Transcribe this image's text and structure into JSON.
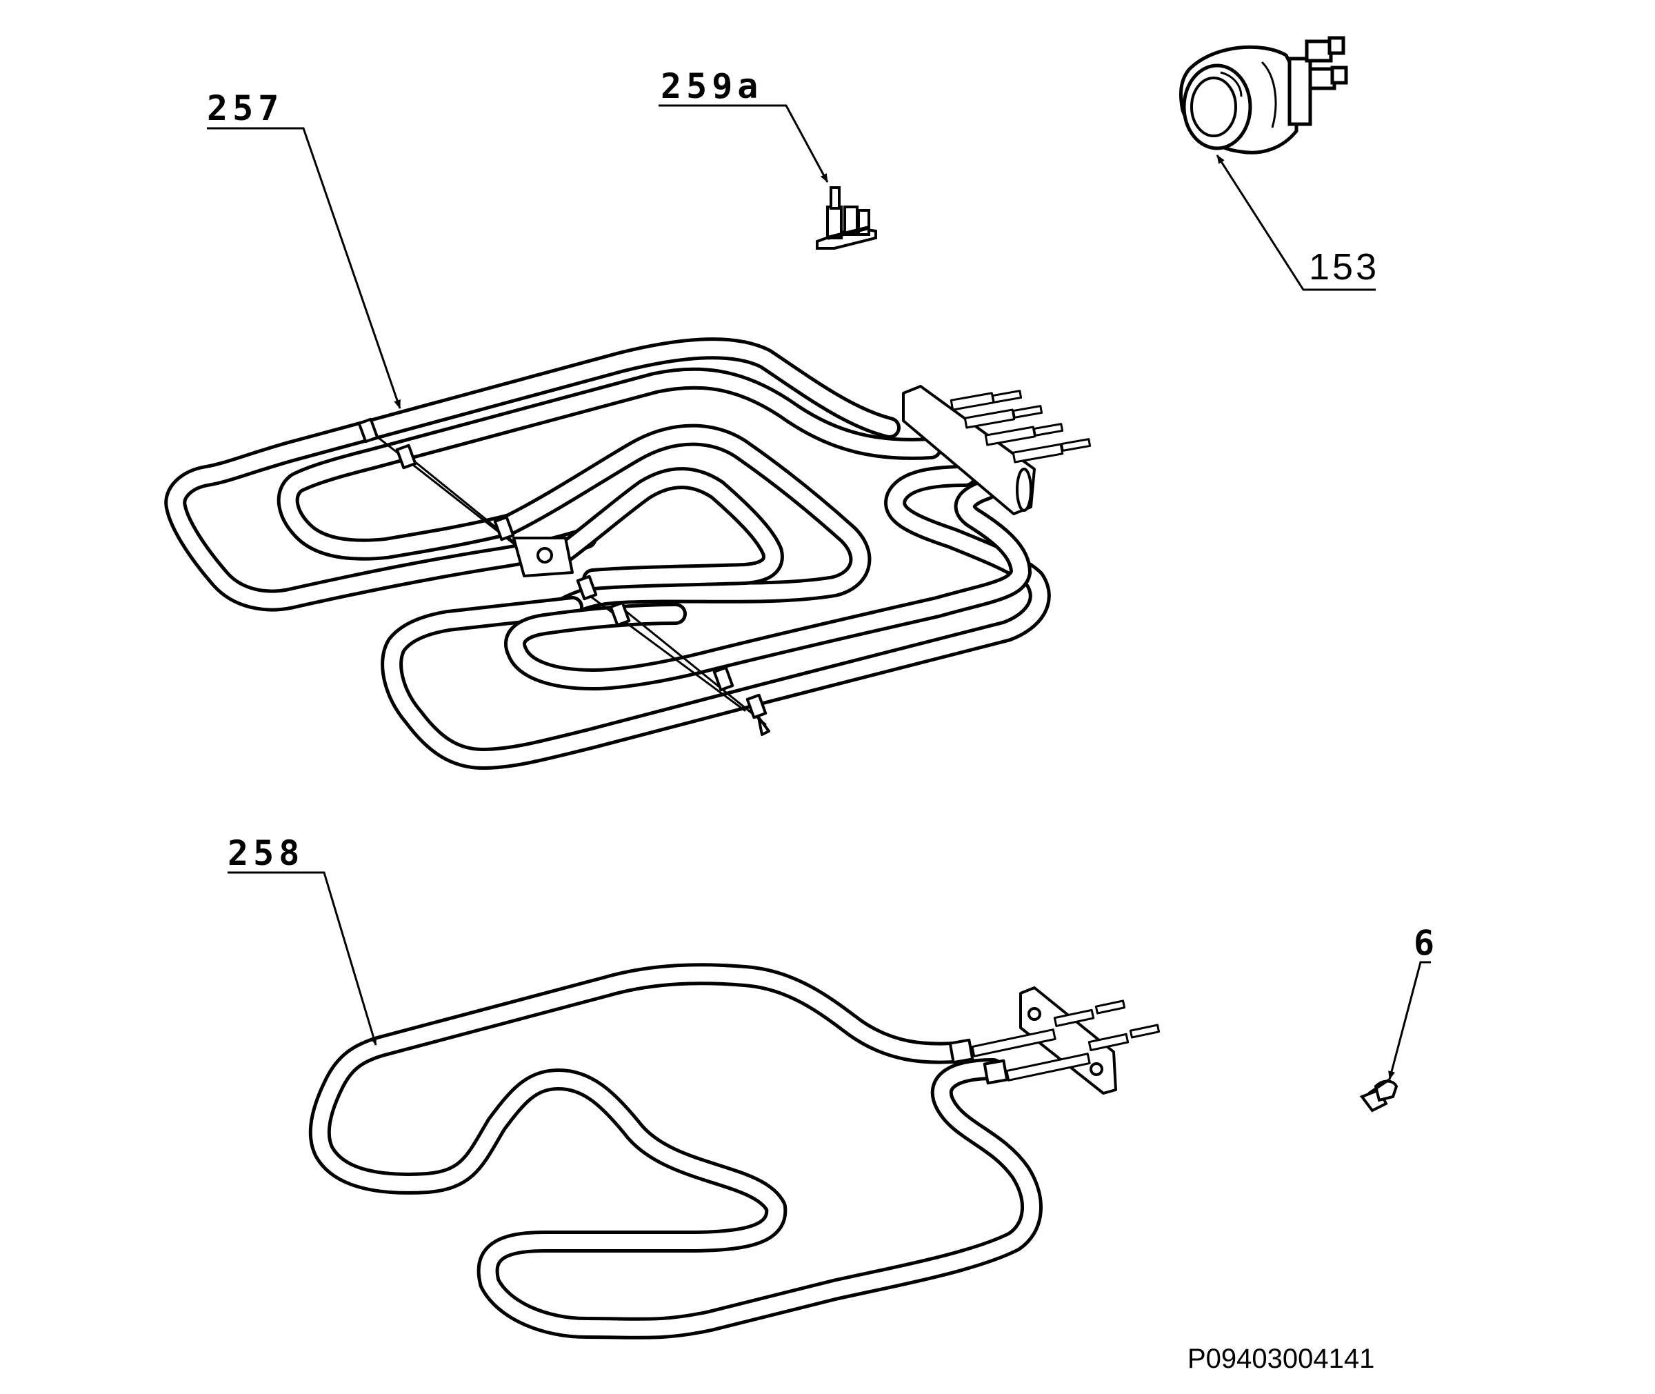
{
  "callouts": {
    "c257": "257",
    "c259a": "259a",
    "c153": "153",
    "c258": "258",
    "c6": "6"
  },
  "doc_id": "P09403004141",
  "parts": [
    {
      "ref": "257",
      "icon": "upper-grill-heating-element-icon"
    },
    {
      "ref": "259a",
      "icon": "thermal-fuse-icon"
    },
    {
      "ref": "153",
      "icon": "indicator-lamp-icon"
    },
    {
      "ref": "258",
      "icon": "lower-heating-element-icon"
    },
    {
      "ref": "6",
      "icon": "spring-clip-icon"
    }
  ],
  "colors": {
    "ink": "#000000",
    "background": "#ffffff"
  }
}
